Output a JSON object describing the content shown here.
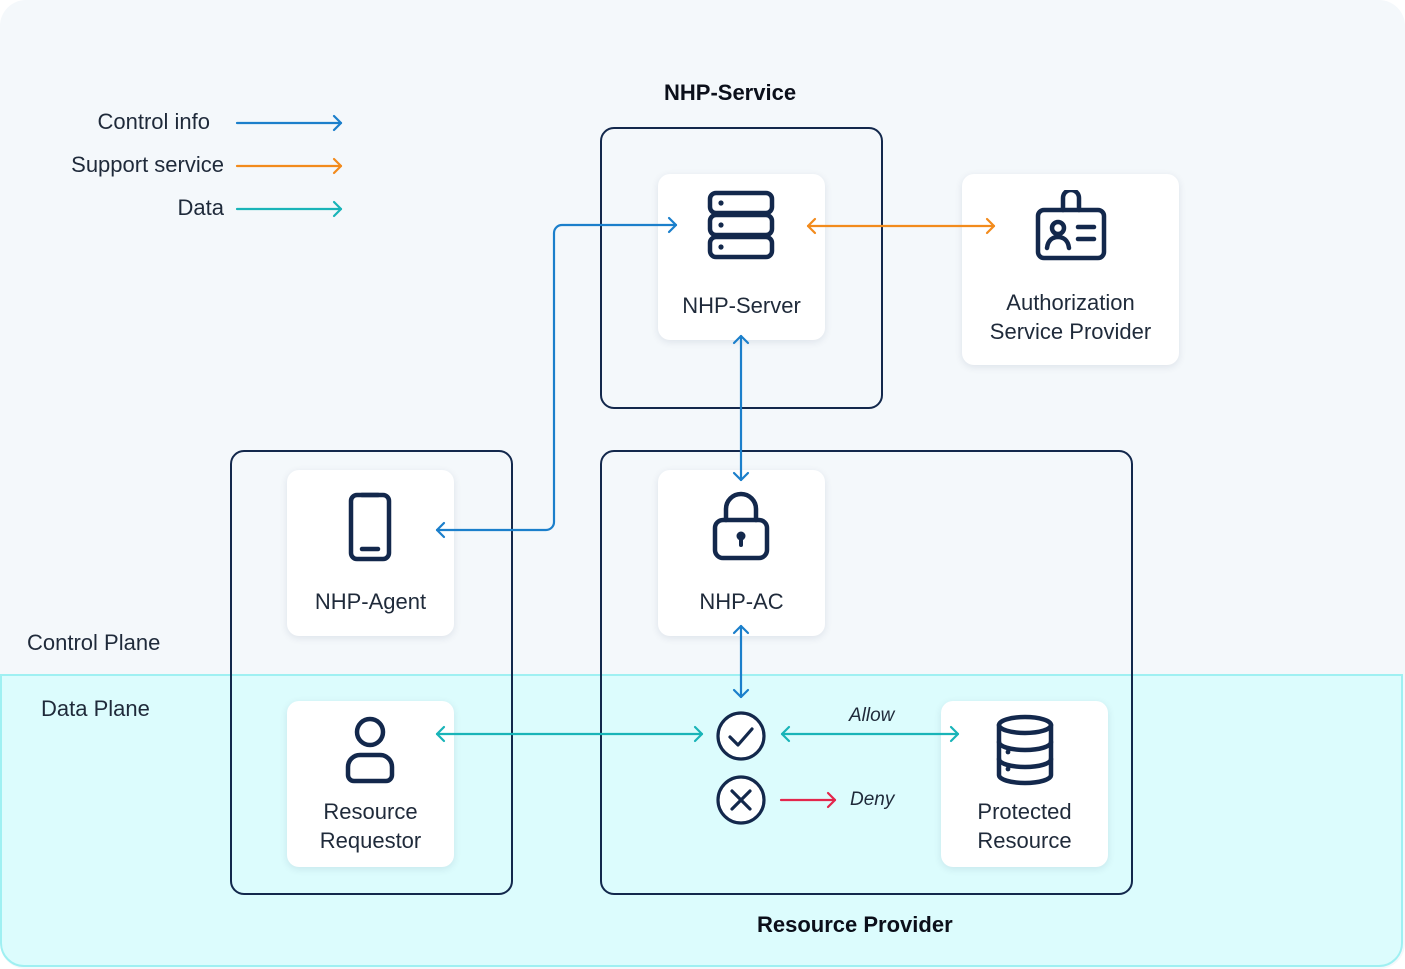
{
  "colors": {
    "control": "#1b7fcb",
    "support": "#f28b1c",
    "data": "#19b4b8",
    "deny": "#e3264c",
    "frame": "#13284c",
    "icon": "#13284c"
  },
  "legend": [
    {
      "label": "Control info",
      "color": "#1b7fcb"
    },
    {
      "label": "Support service",
      "color": "#f28b1c"
    },
    {
      "label": "Data",
      "color": "#19b4b8"
    }
  ],
  "planes": {
    "control": "Control Plane",
    "data": "Data Plane"
  },
  "groups": {
    "nhp_service": "NHP-Service",
    "resource_provider": "Resource Provider"
  },
  "nodes": {
    "nhp_server": {
      "label": "NHP-Server",
      "icon": "server-icon"
    },
    "auth_provider": {
      "label": "Authorization\nService Provider",
      "icon": "id-badge-icon"
    },
    "nhp_agent": {
      "label": "NHP-Agent",
      "icon": "smartphone-icon"
    },
    "nhp_ac": {
      "label": "NHP-AC",
      "icon": "lock-icon"
    },
    "requestor": {
      "label": "Resource\nRequestor",
      "icon": "user-icon"
    },
    "protected": {
      "label": "Protected\nResource",
      "icon": "database-icon"
    }
  },
  "decisions": {
    "allow": {
      "label": "Allow",
      "icon": "check-circle-icon"
    },
    "deny": {
      "label": "Deny",
      "icon": "x-circle-icon"
    }
  }
}
